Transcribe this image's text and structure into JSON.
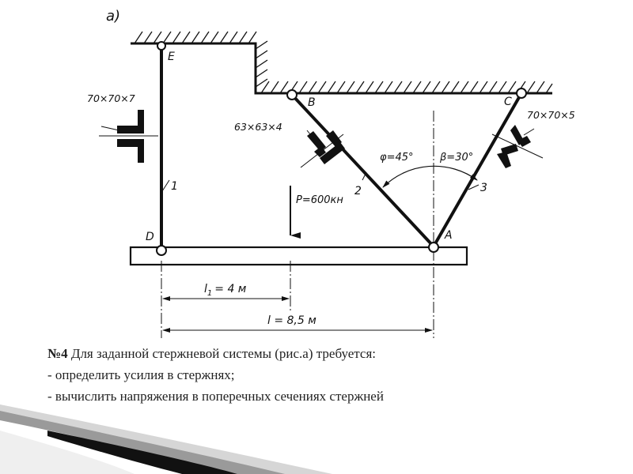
{
  "figure": {
    "fig_label": "а)",
    "points": {
      "E": "E",
      "B": "B",
      "C": "C",
      "D": "D",
      "A": "A"
    },
    "rods": {
      "rod1": "1",
      "rod2": "2",
      "rod3": "3"
    },
    "sections": {
      "rod1": "70×70×7",
      "rod2": "63×63×4",
      "rod3": "70×70×5"
    },
    "load": "P=600кн",
    "angles": {
      "phi": "φ=45°",
      "beta": "β=30°"
    },
    "dims": {
      "l1": "l",
      "l1_sub": "1",
      "l1_val": "= 4 м",
      "l": "l = 8,5 м"
    }
  },
  "task": {
    "number": "№4",
    "intro": " Для заданной стержневой системы (рис.а) требуется:",
    "items": [
      "- определить усилия в стержнях;",
      "- вычислить напряжения в поперечных сечениях стержней"
    ]
  }
}
